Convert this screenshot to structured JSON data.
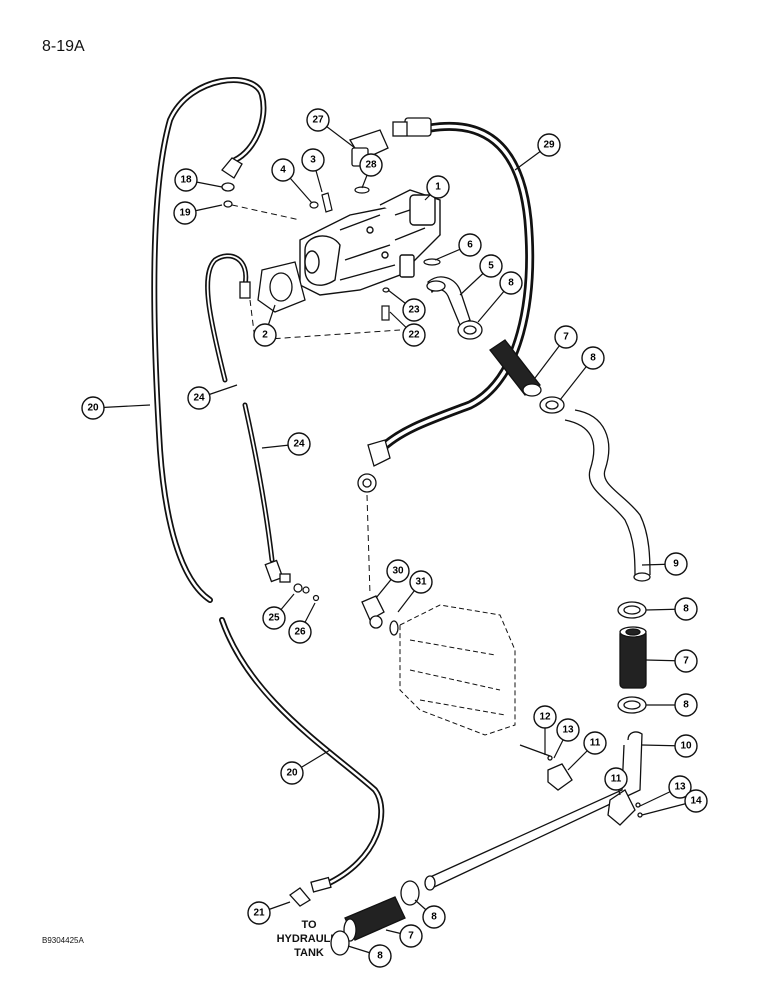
{
  "page_number": "8-19A",
  "figure_code": "B9304425A",
  "tank_label": {
    "line1": "TO",
    "line2": "HYDRAULIC",
    "line3": "TANK"
  },
  "callouts": [
    "27",
    "29",
    "3",
    "4",
    "28",
    "18",
    "19",
    "1",
    "6",
    "5",
    "8",
    "2",
    "23",
    "22",
    "7",
    "8",
    "20",
    "24",
    "24",
    "9",
    "30",
    "31",
    "8",
    "7",
    "25",
    "26",
    "8",
    "12",
    "13",
    "11",
    "10",
    "11",
    "13",
    "14",
    "20",
    "21",
    "8",
    "7",
    "8"
  ]
}
